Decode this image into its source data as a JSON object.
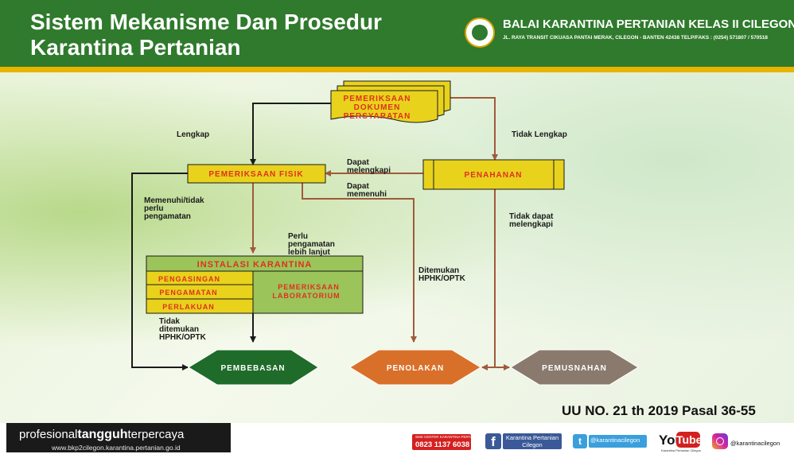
{
  "header": {
    "title_line1": "Sistem Mekanisme Dan Prosedur",
    "title_line2": "Karantina Pertanian",
    "org_name": "BALAI KARANTINA PERTANIAN KELAS II CILEGON",
    "org_address": "JL. RAYA TRANSIT CIKUASA PANTAI MERAK, CILEGON - BANTEN 42438  TELP/FAKS : (0254) 571807 / 570518"
  },
  "diagram": {
    "nodes": {
      "doc_line1": "PEMERIKSAAN",
      "doc_line2": "DOKUMEN",
      "doc_line3": "PERSYARATAN",
      "fisik": "PEMERIKSAAN FISIK",
      "penahanan": "PENAHANAN",
      "instalasi": "INSTALASI KARANTINA",
      "pengasingan": "PENGASINGAN",
      "pengamatan": "PENGAMATAN",
      "perlakuan": "PERLAKUAN",
      "lab_line1": "PEMERIKSAAN",
      "lab_line2": "LABORATORIUM",
      "pembebasan": "PEMBEBASAN",
      "penolakan": "PENOLAKAN",
      "pemusnahan": "PEMUSNAHAN"
    },
    "labels": {
      "lengkap": "Lengkap",
      "tidak_lengkap": "Tidak Lengkap",
      "dapat_melengkapi_1": "Dapat",
      "dapat_melengkapi_2": "melengkapi",
      "dapat_memenuhi_1": "Dapat",
      "dapat_memenuhi_2": "memenuhi",
      "memenuhi_1": "Memenuhi/tidak",
      "memenuhi_2": "perlu",
      "memenuhi_3": "pengamatan",
      "perlu_1": "Perlu",
      "perlu_2": "pengamatan",
      "perlu_3": "lebih lanjut",
      "tidak_dapat_1": "Tidak dapat",
      "tidak_dapat_2": "melengkapi",
      "ditemukan_1": "Ditemukan",
      "ditemukan_2": "HPHK/OPTK",
      "tidak_ditemukan_1": "Tidak",
      "tidak_ditemukan_2": "ditemukan",
      "tidak_ditemukan_3": "HPHK/OPTK"
    },
    "colors": {
      "box_fill": "#e8d21c",
      "box_text": "#e0301e",
      "instalasi_fill": "#9bc45a",
      "pembebasan": "#1f6b2a",
      "penolakan": "#d9702a",
      "pemusnahan": "#8a7a6e",
      "arrow_dark": "#1a1a1a",
      "arrow_brown": "#a05a3a"
    }
  },
  "law": "UU NO. 21 th 2019 Pasal 36-55",
  "footer": {
    "tagline_pre": "profesional",
    "tagline_bold": "tangguh",
    "tagline_post": "terpercaya",
    "url": "www.bkp2cilegon.karantina.pertanian.go.id",
    "sms_caption": "SMS CENTER KARANTINA PERTANIAN",
    "sms_number": "0823 1137 6038",
    "facebook_line1": "Karantina Pertanian",
    "facebook_line2": "Cilegon",
    "twitter": "@karantinacilegon",
    "youtube_you": "You",
    "youtube_tube": "Tube",
    "youtube_sub": "Karantina Pertanian Cilegon",
    "instagram": "@karantinacilegon"
  }
}
